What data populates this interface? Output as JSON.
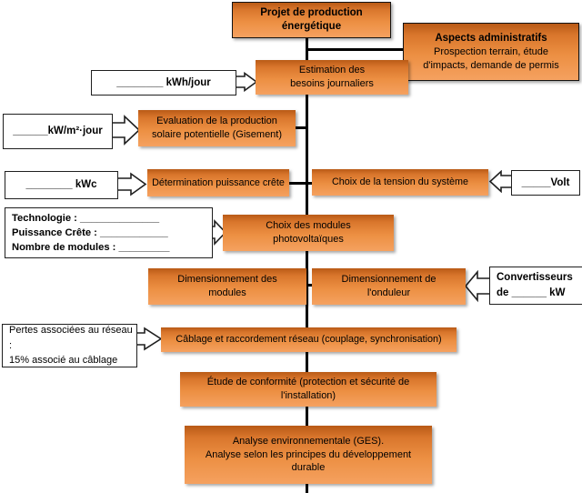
{
  "colors": {
    "box_gradient_top": "#b95a16",
    "box_gradient_bottom": "#f5a160",
    "connector_line": "#000000",
    "callout_border": "#1f1f1f"
  },
  "nodes": {
    "projet": {
      "lines": [
        "Projet de production",
        "énergétique"
      ]
    },
    "aspects": {
      "title": "Aspects administratifs",
      "body_lines": [
        "Prospection terrain, étude",
        "d'impacts, demande de permis"
      ]
    },
    "estimation": {
      "lines": [
        "Estimation des",
        "besoins journaliers"
      ]
    },
    "evaluation": {
      "lines": [
        "Evaluation de la production",
        "solaire potentielle (Gisement)"
      ]
    },
    "determination": {
      "label": "Détermination puissance crête"
    },
    "tension": {
      "label": "Choix de la tension du système"
    },
    "choix_modules": {
      "lines": [
        "Choix des modules",
        "photovoltaïques"
      ]
    },
    "dim_modules": {
      "lines": [
        "Dimensionnement des",
        "modules"
      ]
    },
    "dim_onduleur": {
      "lines": [
        "Dimensionnement de",
        "l'onduleur"
      ]
    },
    "cablage": {
      "label": "Câblage et raccordement réseau (couplage, synchronisation)"
    },
    "conformite": {
      "lines": [
        "Étude de conformité (protection et sécurité de",
        "l'installation)"
      ]
    },
    "analyse": {
      "lines": [
        "Analyse environnementale (GES).",
        "Analyse selon les principes du développement",
        "durable"
      ]
    }
  },
  "callouts": {
    "kwh": {
      "label": "________ kWh/jour"
    },
    "kwm2": {
      "label": "______kW/m²·jour"
    },
    "kwc": {
      "label": "________ kWc"
    },
    "volt": {
      "label": "_____Volt"
    },
    "tech": {
      "lines": [
        "Technologie : ______________",
        "Puissance Crête : ____________",
        "Nombre de modules : _________"
      ]
    },
    "convertisseurs": {
      "lines": [
        "Convertisseurs",
        "de ______ kW"
      ]
    },
    "pertes": {
      "lines": [
        "Pertes associées au réseau :",
        "15% associé au câblage"
      ]
    }
  }
}
